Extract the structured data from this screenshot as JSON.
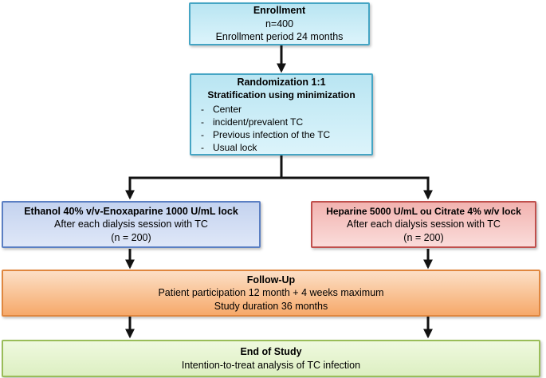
{
  "flowchart": {
    "enrollment": {
      "title": "Enrollment",
      "n": "n=400",
      "period": "Enrollment period 24 months"
    },
    "randomization": {
      "title": "Randomization 1:1",
      "subtitle": "Stratification using minimization",
      "bullet_char": "-",
      "items": [
        "Center",
        "incident/prevalent TC",
        "Previous infection of the TC",
        "Usual lock"
      ]
    },
    "ethanol_arm": {
      "title": "Ethanol 40% v/v-Enoxaparine 1000 U/mL lock",
      "line2": "After each dialysis session with TC",
      "line3": "(n = 200)"
    },
    "heparine_arm": {
      "title": "Heparine 5000 U/mL ou Citrate 4% w/v lock",
      "line2": "After each dialysis session with TC",
      "line3": "(n = 200)"
    },
    "follow_up": {
      "title": "Follow-Up",
      "line2": "Patient participation 12 month + 4 weeks maximum",
      "line3": "Study duration 36 months"
    },
    "end_of_study": {
      "title": "End of Study",
      "line2": "Intention-to-treat analysis of TC infection"
    }
  },
  "theme": {
    "text_color": "#000000",
    "arrow_color": "#121212",
    "cyan_border": "#45a5c4",
    "cyan_fill_top": "#b9e5f2",
    "cyan_fill_bottom": "#dcf4fb",
    "blue_border": "#5b7fc3",
    "blue_fill_top": "#c4d3ef",
    "blue_fill_bottom": "#dfe7f8",
    "red_border": "#c0504d",
    "red_fill_top": "#f2b3b0",
    "red_fill_bottom": "#fadcda",
    "orange_border": "#e0873f",
    "orange_fill_top": "#fcdfc6",
    "orange_fill_bottom": "#f6a96a",
    "green_border": "#9abd59",
    "green_fill_top": "#eff9df",
    "green_fill_bottom": "#ddefc2"
  }
}
